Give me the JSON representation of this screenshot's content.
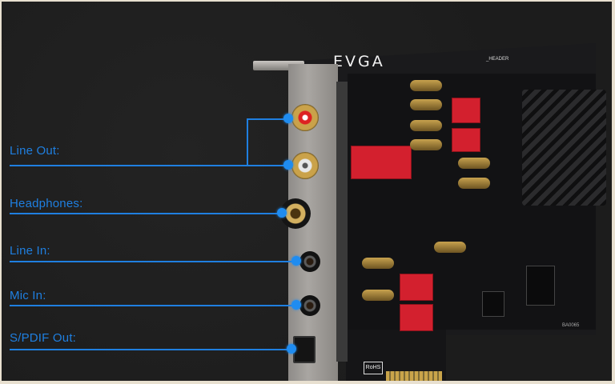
{
  "product": {
    "brand_logo": "EVGA",
    "board_silkscreen_header": "_HEADER",
    "rohs_badge": "RoHS",
    "board_id": "BA0065"
  },
  "callouts": [
    {
      "id": "line-out",
      "label": "Line Out:"
    },
    {
      "id": "headphones",
      "label": "Headphones:"
    },
    {
      "id": "line-in",
      "label": "Line In:"
    },
    {
      "id": "mic-in",
      "label": "Mic In:"
    },
    {
      "id": "spdif-out",
      "label": "S/PDIF Out:"
    }
  ],
  "colors": {
    "accent": "#1f7fe0",
    "background": "#1e1e1e",
    "frame": "#e8e0d0"
  }
}
